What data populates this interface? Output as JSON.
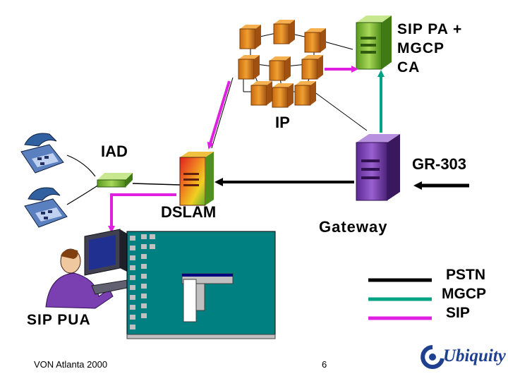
{
  "labels": {
    "sip_pa_line1": "SIP PA +",
    "sip_pa_line2": "MGCP",
    "sip_pa_line3": "CA",
    "ip": "IP",
    "iad": "IAD",
    "gr303": "GR-303",
    "dslam": "DSLAM",
    "gateway": "Gateway",
    "sip_pua": "SIP PUA"
  },
  "legend": [
    {
      "label": "PSTN",
      "color": "#000000"
    },
    {
      "label": "MGCP",
      "color": "#00a383"
    },
    {
      "label": "SIP",
      "color": "#e020e0"
    }
  ],
  "footer": {
    "left": "VON Atlanta 2000",
    "page": "6",
    "logo": "Ubiquity"
  },
  "colors": {
    "pstn": "#000000",
    "mgcp": "#00a383",
    "sip": "#e020e0",
    "server_orange": "#e08a20",
    "server_green": "#8cc63f",
    "gateway_purple": "#7a3fb0",
    "desktop_teal": "#008080"
  }
}
